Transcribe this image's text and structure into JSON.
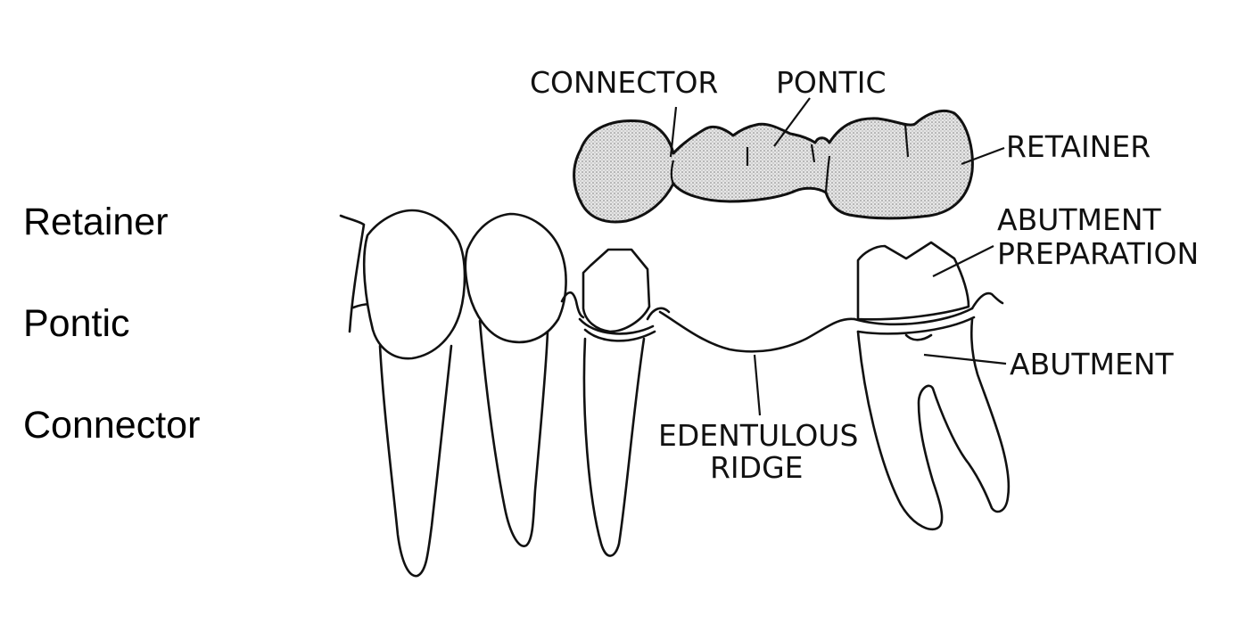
{
  "side_terms": [
    "Retainer",
    "Pontic",
    "Connector"
  ],
  "diagram": {
    "labels": {
      "connector": "CONNECTOR",
      "pontic": "PONTIC",
      "retainer": "RETAINER",
      "abutment_preparation_line1": "ABUTMENT",
      "abutment_preparation_line2": "PREPARATION",
      "abutment": "ABUTMENT",
      "edentulous_ridge_line1": "EDENTULOUS",
      "edentulous_ridge_line2": "RIDGE"
    }
  }
}
